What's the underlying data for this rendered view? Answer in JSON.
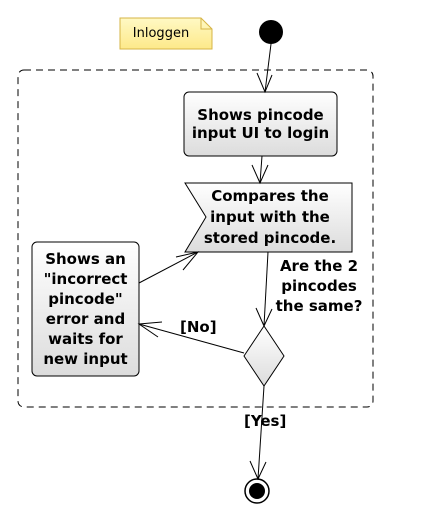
{
  "note": {
    "label": "Inloggen"
  },
  "activities": {
    "show_login": "Shows pincode input UI to login",
    "compare": "Compares the input with the stored pincode.",
    "incorrect": "Shows an \"incorrect pincode\" error and waits for new input"
  },
  "decision": {
    "question": "Are the 2 pincodes the same?",
    "no_label": "[No]",
    "yes_label": "[Yes]"
  },
  "colors": {
    "note_fill": "#fff5a8",
    "note_border": "#d6b446",
    "box_fill_top": "#ffffff",
    "box_fill_bottom": "#dedede",
    "line": "#000000"
  }
}
